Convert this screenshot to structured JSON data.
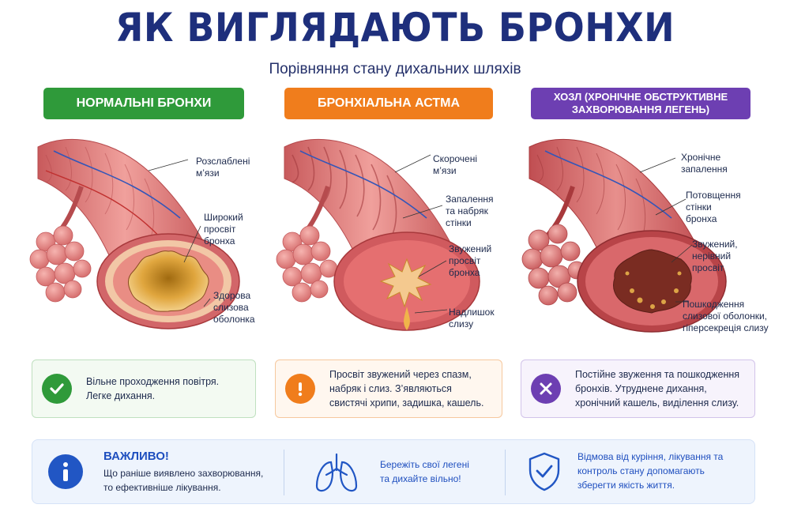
{
  "header": {
    "title": "ЯК ВИГЛЯДАЮТЬ БРОНХИ",
    "subtitle": "Порівняння стану дихальних шляхів"
  },
  "columns": [
    {
      "heading": "НОРМАЛЬНІ БРОНХИ",
      "labels": [
        "Розслаблені\nм’язи",
        "Широкий\nпросвіт\nбронха",
        "Здорова\nслизова\nоболонка"
      ],
      "status_icon": "check-icon",
      "status_text": "Вільне проходження повітря.\nЛегке дихання.",
      "color": "#2f9a3a"
    },
    {
      "heading": "БРОНХІАЛЬНА АСТМА",
      "labels": [
        "Скорочені\nм’язи",
        "Запалення\nта набряк\nстінки",
        "Звужений\nпросвіт\nбронха",
        "Надлишок\nслизу"
      ],
      "status_icon": "exclamation-icon",
      "status_text": "Просвіт звужений через спазм,\nнабряк і слиз. З’являються\nсвистячі хрипи, задишка, кашель.",
      "color": "#f07d1c"
    },
    {
      "heading": "ХОЗЛ (ХРОНІЧНЕ ОБСТРУКТИВНЕ\nЗАХВОРЮВАННЯ ЛЕГЕНЬ)",
      "labels": [
        "Хронічне\nзапалення",
        "Потовщення\nстінки\nбронха",
        "Звужений,\nнерівний\nпросвіт",
        "Пошкодження\nслизової оболонки,\nгіперсекреція слизу"
      ],
      "status_icon": "x-icon",
      "status_text": "Постійне звуження та пошкодження\nбронхів. Утруднене дихання,\nхронічний кашель, виділення слизу.",
      "color": "#6d3fb2"
    }
  ],
  "bottom": {
    "important_title": "ВАЖЛИВО!",
    "important_text": "Що раніше виявлено захворювання,\nто ефективніше лікування.",
    "lungs_text": "Бережіть свої легені\nта дихайте вільно!",
    "shield_text": "Відмова від куріння, лікування та\nконтроль стану допомагають\nзберегти якість життя."
  }
}
